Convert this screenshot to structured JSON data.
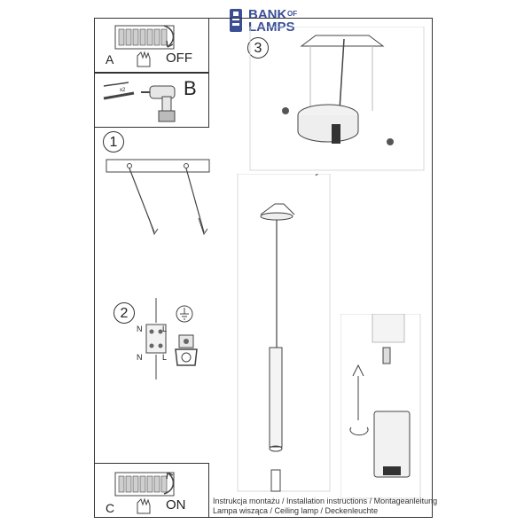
{
  "brand": {
    "line1": "BANK",
    "of": "OF",
    "line2": "LAMPS",
    "color": "#3a4f96"
  },
  "panels": {
    "a": {
      "letter": "A",
      "action": "OFF"
    },
    "b": {
      "letter": "B",
      "count": "x2"
    },
    "c": {
      "letter": "C",
      "action": "ON"
    }
  },
  "steps": {
    "one": "1",
    "two": "2",
    "three": "3"
  },
  "wiring": {
    "n_top": "N",
    "l_top": "L",
    "n_bottom": "N",
    "l_bottom": "L"
  },
  "captions": {
    "line1": "Instrukcja montażu / Installation instructions / Montageanleitung",
    "line2": "Lampa wisząca / Ceiling lamp / Deckenleuchte"
  },
  "icons": [
    "lighthouse-icon",
    "hand-icon",
    "drill-icon",
    "ground-icon",
    "arrow-icon"
  ]
}
